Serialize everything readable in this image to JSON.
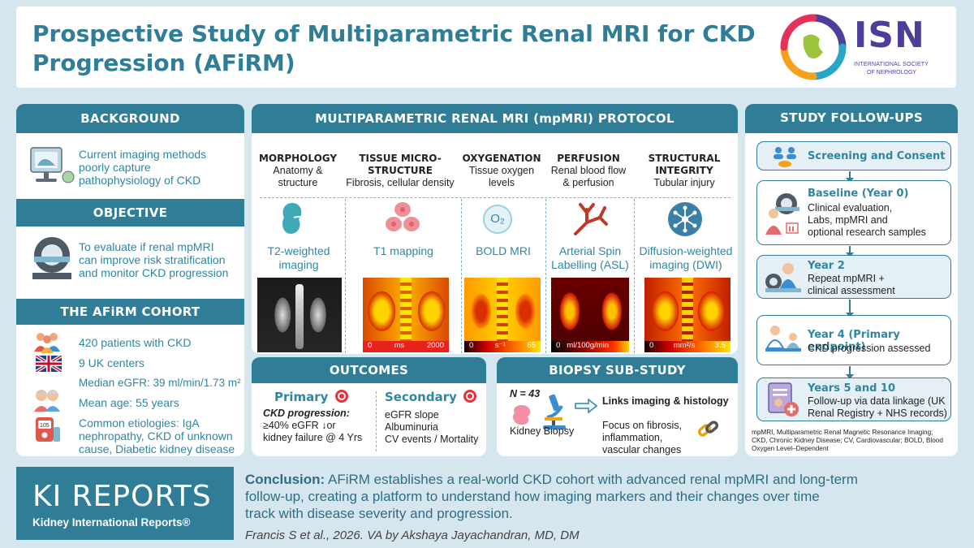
{
  "title": {
    "line1": "Prospective Study of Multiparametric Renal MRI for CKD",
    "line2": "Progression (AFiRM)"
  },
  "logo": {
    "name": "ISN",
    "line1": "INTERNATIONAL SOCIETY",
    "line2": "OF NEPHROLOGY"
  },
  "background": {
    "header": "BACKGROUND",
    "text": [
      "Current imaging methods",
      "poorly capture",
      "pathophysiology of CKD"
    ]
  },
  "objective": {
    "header": "OBJECTIVE",
    "text": [
      "To evaluate if renal mpMRI",
      "can improve risk stratification",
      "and monitor CKD progression"
    ]
  },
  "cohort": {
    "header": "THE AFiRM COHORT",
    "items": [
      "420 patients with CKD",
      "9 UK centers",
      "Median eGFR: 39 ml/min/1.73 m²",
      "Mean age: 55 years",
      "Common etiologies: IgA",
      "nephropathy, CKD of unknown",
      "cause, Diabetic kidney disease"
    ]
  },
  "protocol": {
    "header": "MULTIPARAMETRIC RENAL MRI (mpMRI) PROTOCOL",
    "columns": [
      {
        "cat1": "MORPHOLOGY",
        "cat2": "",
        "sub1": "Anatomy &",
        "sub2": "structure",
        "map1": "T2-weighted",
        "map2": "imaging",
        "scale_min": "",
        "scale_unit": "",
        "scale_max": ""
      },
      {
        "cat1": "TISSUE MICRO-",
        "cat2": "STRUCTURE",
        "sub1": "Fibrosis, cellular density",
        "sub2": "",
        "map1": "T1 mapping",
        "map2": "",
        "scale_min": "0",
        "scale_unit": "ms",
        "scale_max": "2000"
      },
      {
        "cat1": "OXYGENATION",
        "cat2": "",
        "sub1": "Tissue oxygen",
        "sub2": "levels",
        "map1": "BOLD MRI",
        "map2": "",
        "scale_min": "0",
        "scale_unit": "s⁻¹",
        "scale_max": "65"
      },
      {
        "cat1": "PERFUSION",
        "cat2": "",
        "sub1": "Renal blood flow",
        "sub2": "& perfusion",
        "map1": "Arterial Spin",
        "map2": "Labelling (ASL)",
        "scale_min": "0",
        "scale_unit": "ml/100g/min",
        "scale_max": ""
      },
      {
        "cat1": "STRUCTURAL",
        "cat2": "INTEGRITY",
        "sub1": "Tubular injury",
        "sub2": "",
        "map1": "Diffusion-weighted",
        "map2": "imaging (DWI)",
        "scale_min": "0",
        "scale_unit": "mm²/s",
        "scale_max": "3.5"
      }
    ],
    "oxygen_symbol": "O₂"
  },
  "outcomes": {
    "header": "OUTCOMES",
    "primary_label": "Primary",
    "primary_lines": [
      "CKD progression:",
      "≥40% eGFR",
      "or",
      "kidney failure @ 4 Yrs"
    ],
    "secondary_label": "Secondary",
    "secondary_items": [
      "eGFR slope",
      "Albuminuria",
      "CV events / Mortality"
    ]
  },
  "biopsy": {
    "header": "BIOPSY SUB-STUDY",
    "n": "N = 43",
    "caption": "Kidney Biopsy",
    "links": "Links imaging & histology",
    "focus": [
      "Focus on fibrosis,",
      "inflammation,",
      "vascular changes"
    ]
  },
  "followups": {
    "header": "STUDY FOLLOW-UPS",
    "screening": "Screening and Consent",
    "baseline_title": "Baseline (Year 0)",
    "baseline_desc": [
      "Clinical evaluation,",
      "Labs, mpMRI and",
      "optional research samples"
    ],
    "year2_title": "Year 2",
    "year2_desc": [
      "Repeat mpMRI +",
      "clinical  assessment"
    ],
    "year4_title": "Year 4 (Primary endpoint)",
    "year4_desc": [
      "CKD progression assessed"
    ],
    "year510_title": "Years 5 and 10",
    "year510_desc": [
      "Follow-up via data linkage (UK",
      "Renal Registry + NHS records)"
    ]
  },
  "abbrev": [
    "mpMRI, Multiparametric Renal Magnetic Resonance Imaging;",
    "CKD, Chronic Kidney Disease; CV, Cardiovascular; BOLD, Blood",
    "Oxygen Level–Dependent"
  ],
  "footer": {
    "brand": "KI REPORTS",
    "brand_sub": "Kidney International Reports®",
    "conclusion_label": "Conclusion:",
    "conclusion_lines": [
      " AFiRM establishes a real-world CKD cohort with advanced renal mpMRI and long-term",
      "follow-up, creating a platform to understand how imaging markers and their changes over time",
      "track with disease severity and progression."
    ],
    "citation": "Francis S et al., 2026. VA by Akshaya Jayachandran, MD, DM"
  },
  "colors": {
    "primary": "#2f7d96",
    "accent": "#2f86a3",
    "target": "#e8323c"
  }
}
